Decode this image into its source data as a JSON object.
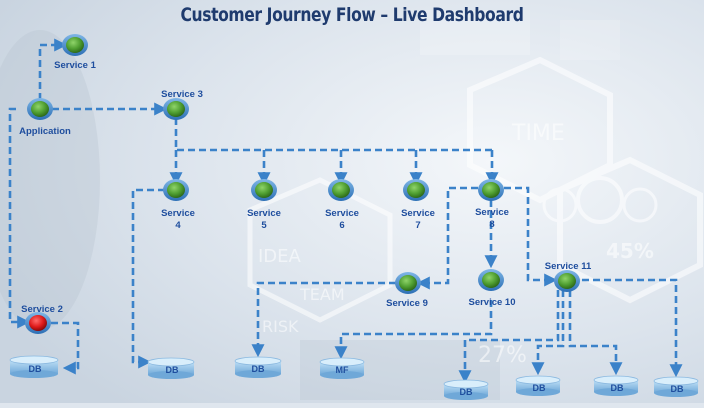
{
  "title": "Customer Journey Flow – Live Dashboard",
  "nodes": {
    "application": {
      "label": "Application",
      "status": "ok"
    },
    "service1": {
      "label": "Service 1",
      "status": "ok"
    },
    "service2": {
      "label": "Service 2",
      "status": "error"
    },
    "service3": {
      "label": "Service 3",
      "status": "ok"
    },
    "service4": {
      "label_line1": "Service",
      "label_line2": "4",
      "status": "ok"
    },
    "service5": {
      "label_line1": "Service",
      "label_line2": "5",
      "status": "ok"
    },
    "service6": {
      "label_line1": "Service",
      "label_line2": "6",
      "status": "ok"
    },
    "service7": {
      "label_line1": "Service",
      "label_line2": "7",
      "status": "ok"
    },
    "service8": {
      "label_line1": "Service",
      "label_line2": "8",
      "status": "ok"
    },
    "service9": {
      "label": "Service 9",
      "status": "ok"
    },
    "service10": {
      "label": "Service 10",
      "status": "ok"
    },
    "service11": {
      "label": "Service 11",
      "status": "ok"
    }
  },
  "stores": {
    "db_service2": "DB",
    "db_service4": "DB",
    "db_service9": "DB",
    "mf": "MF",
    "db_a": "DB",
    "db_b": "DB",
    "db_c": "DB",
    "db_d": "DB"
  },
  "background_words": {
    "time": "TIME",
    "idea": "IDEA",
    "team": "TEAM",
    "risk": "RISK",
    "percent": "45%",
    "percent2": "27%"
  },
  "colors": {
    "ok": "#5aa83a",
    "error": "#e01b1b",
    "flow": "#3b82c9",
    "label": "#1f4e9e",
    "title": "#1f3b6e"
  }
}
